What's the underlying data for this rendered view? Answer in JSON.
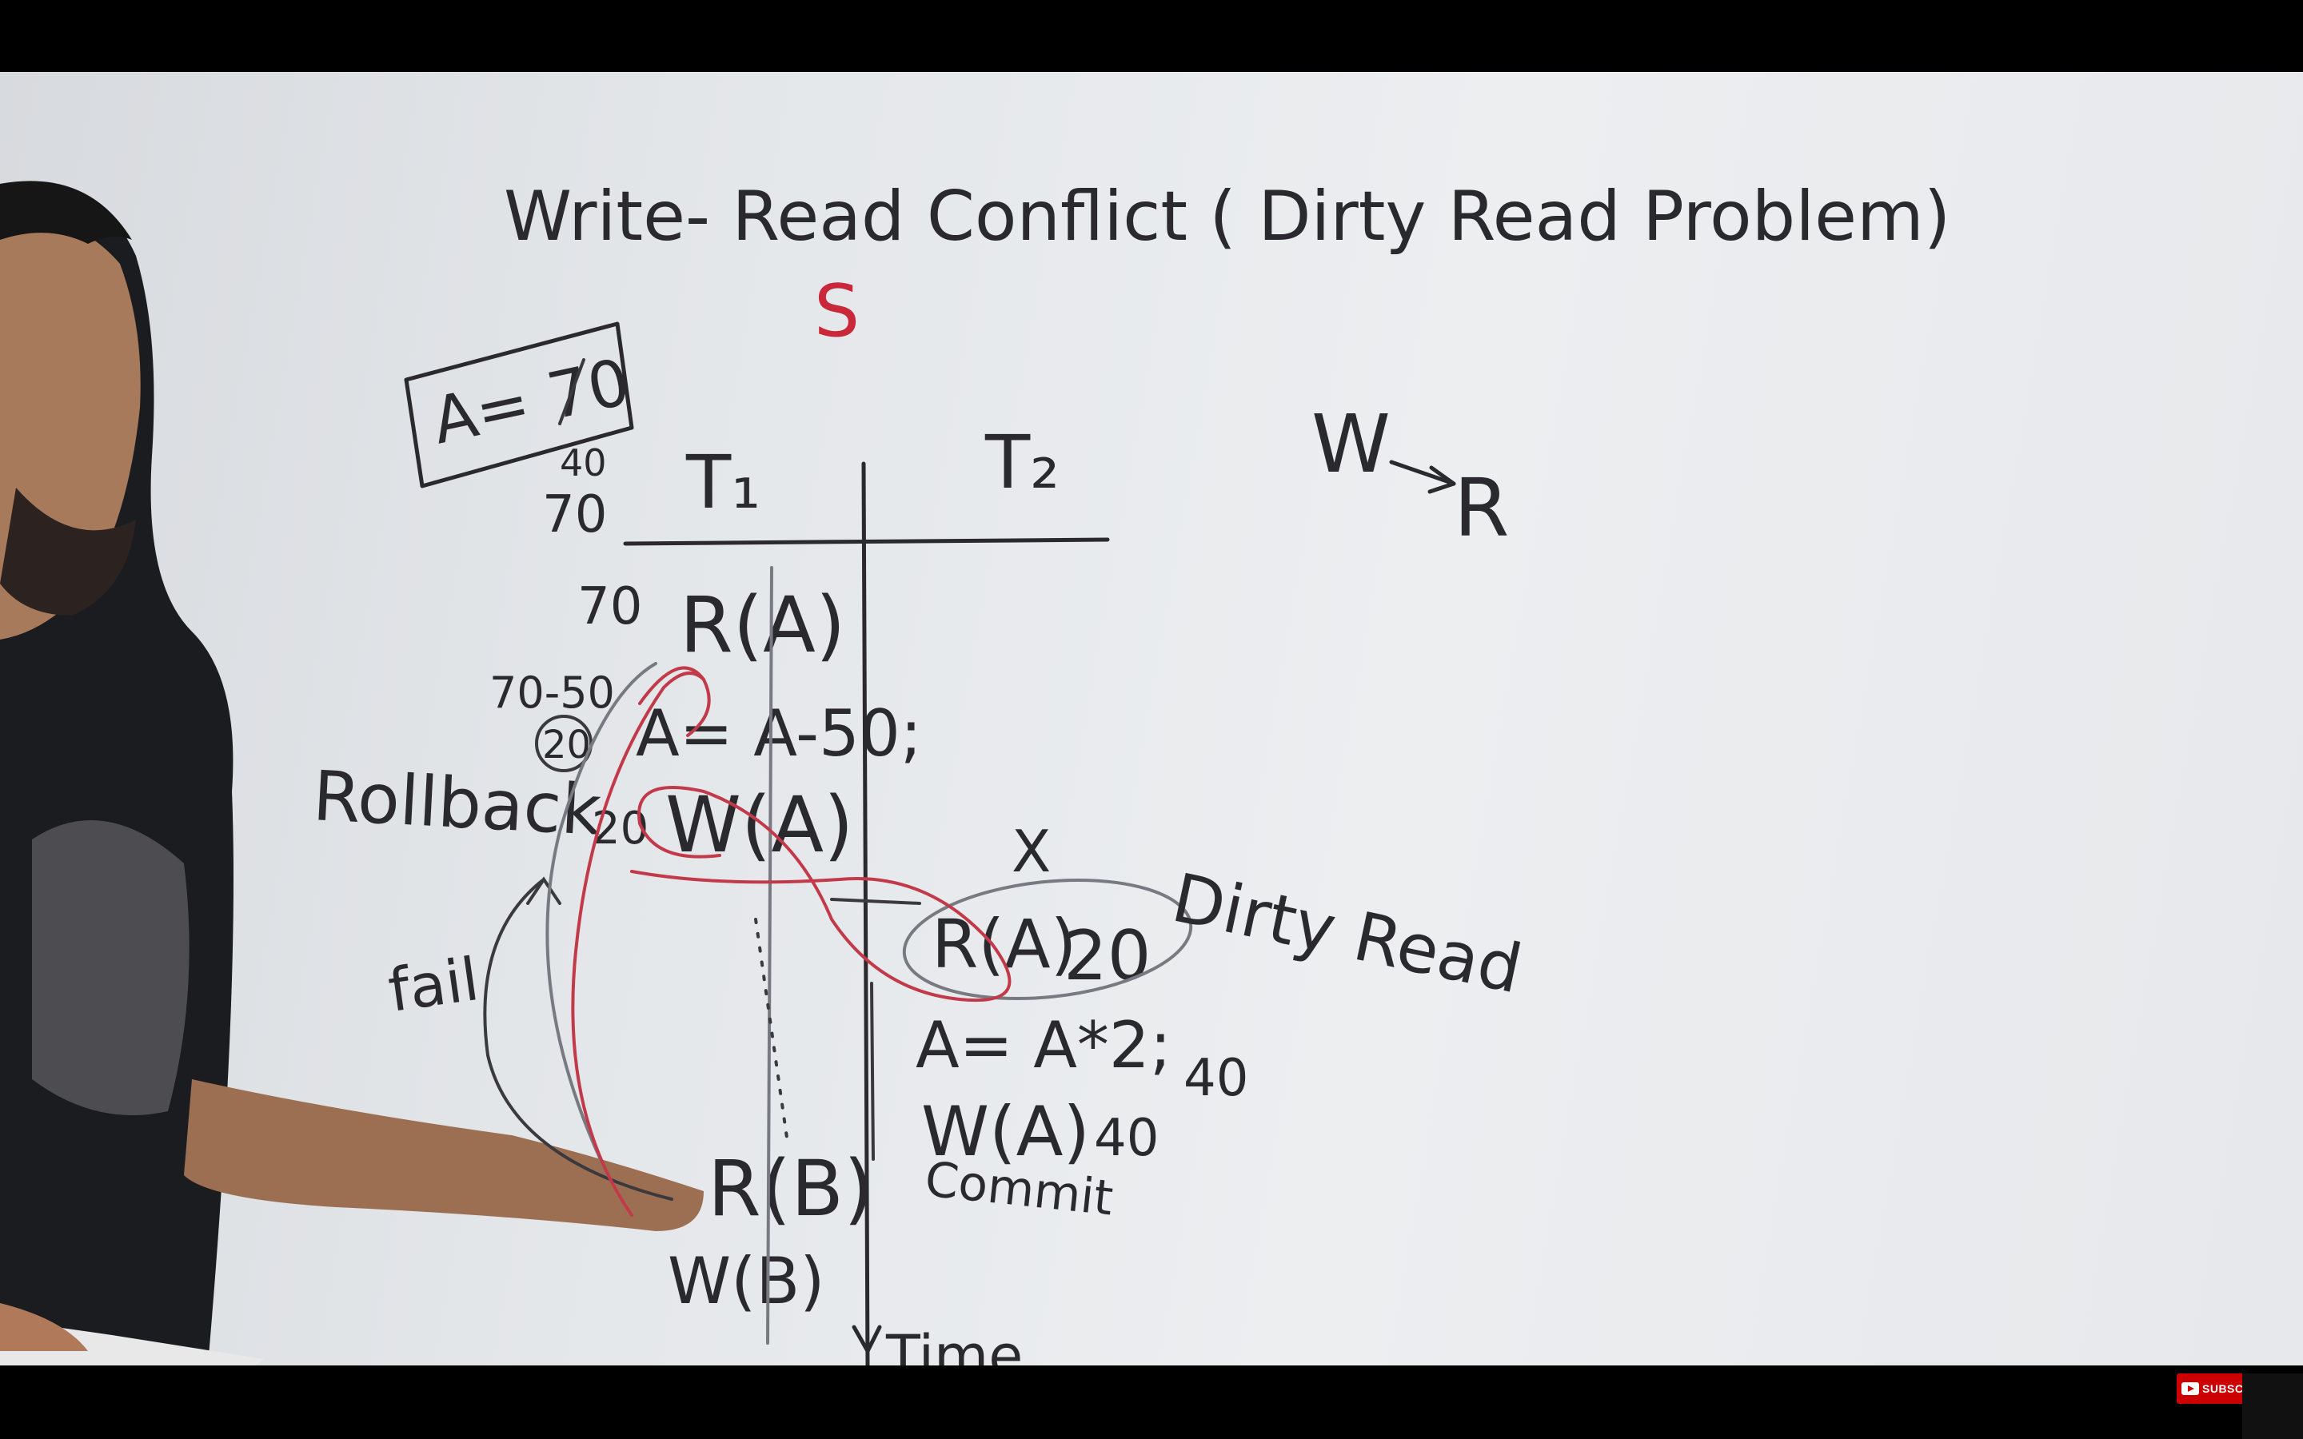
{
  "board": {
    "title": "Write- Read Conflict ( Dirty Read Problem)",
    "schedule_label": "S",
    "variable_box": "A= 70",
    "side_values": [
      "40",
      "70"
    ],
    "col_t1": "T₁",
    "col_t2": "T₂",
    "wr_w": "W",
    "wr_r": "R",
    "t1_ops": {
      "val_read": "70",
      "read_a": "R(A)",
      "calc": "70-50",
      "circled": "20",
      "assign": "A= A-50;",
      "val_write": "20",
      "write_a": "W(A)",
      "read_b": "R(B)",
      "write_b": "W(B)"
    },
    "t2_ops": {
      "cross": "X",
      "read_a": "R(A)",
      "read_val": "20",
      "assign": "A= A*2;",
      "assign_val": "40",
      "write_a": "W(A)",
      "write_val": "40",
      "commit": "Commit"
    },
    "dirty_read": "Dirty Read",
    "rollback": "Rollback",
    "fail": "fail",
    "time": "Time"
  },
  "player": {
    "subscribe_label": "SUBSCRIBE"
  },
  "colors": {
    "ink": "#2a2a2e",
    "red_marker": "#c8283a",
    "board": "#e6e8eb",
    "subscribe_red": "#cc0000"
  }
}
